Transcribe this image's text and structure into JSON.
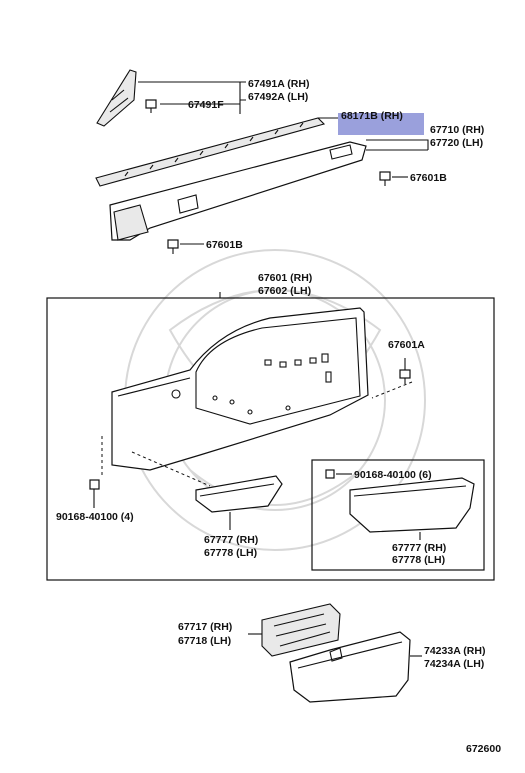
{
  "diagram": {
    "page_code": "672600",
    "highlight_color": "#9aa0dc",
    "callouts": {
      "c67491a": "67491A (RH)",
      "c67492a": "67492A (LH)",
      "c67491f": "67491F",
      "c68171b": "68171B (RH)",
      "c67710": "67710 (RH)",
      "c67720": "67720 (LH)",
      "c67601b_1": "67601B",
      "c67601b_2": "67601B",
      "c67601": "67601 (RH)",
      "c67602": "67602 (LH)",
      "c67601a": "67601A",
      "c90168_a": "90168-40100 (4)",
      "c90168_b": "90168-40100 (6)",
      "c67777_a": "67777 (RH)",
      "c67778_a": "67778 (LH)",
      "c67777_b": "67777 (RH)",
      "c67778_b": "67778 (LH)",
      "c67717": "67717 (RH)",
      "c67718": "67718 (LH)",
      "c74233a": "74233A (RH)",
      "c74234a": "74234A (LH)"
    }
  }
}
